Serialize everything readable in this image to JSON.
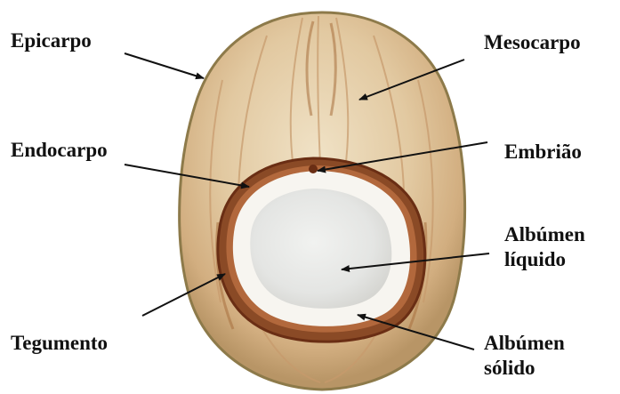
{
  "labels": {
    "epicarpo": "Epicarpo",
    "mesocarpo": "Mesocarpo",
    "endocarpo": "Endocarpo",
    "embriao": "Embrião",
    "albumen_liquido_1": "Albúmen",
    "albumen_liquido_2": "líquido",
    "tegumento": "Tegumento",
    "albumen_solido_1": "Albúmen",
    "albumen_solido_2": "sólido"
  },
  "colors": {
    "husk_light": "#e9d6b6",
    "husk_mid": "#d6b48a",
    "husk_dark": "#b98a5c",
    "husk_edge": "#8d7a4a",
    "shell_brown": "#7a3a1c",
    "white_meat": "#f6f4ef",
    "cavity": "#e7e8e6",
    "arrow": "#111111"
  }
}
